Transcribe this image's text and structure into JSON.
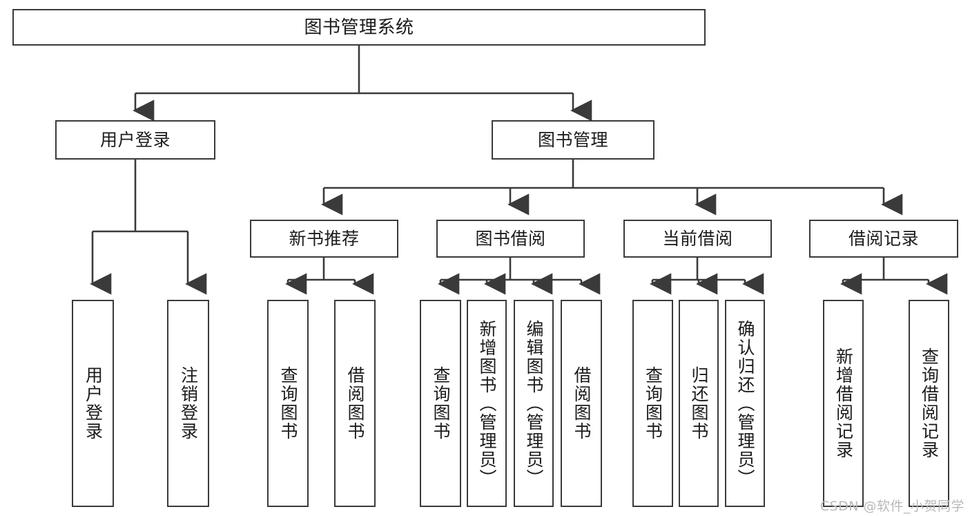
{
  "diagram": {
    "title": "图书管理系统",
    "type": "tree-hierarchy",
    "colors": {
      "box_border": "#3a3a3a",
      "box_fill": "#ffffff",
      "connector": "#3a3a3a",
      "text": "#1b1b1b",
      "watermark": "#b9b9b9"
    },
    "root": {
      "label": "图书管理系统"
    },
    "level2": [
      {
        "label": "用户登录"
      },
      {
        "label": "图书管理"
      }
    ],
    "level3": [
      {
        "label": "新书推荐"
      },
      {
        "label": "图书借阅"
      },
      {
        "label": "当前借阅"
      },
      {
        "label": "借阅记录"
      }
    ],
    "leaves": {
      "user_login": [
        {
          "label": "用户登录"
        },
        {
          "label": "注销登录"
        }
      ],
      "new_book": [
        {
          "label": "查询图书"
        },
        {
          "label": "借阅图书"
        }
      ],
      "book_borrow": [
        {
          "label": "查询图书"
        },
        {
          "label": "新增图书（管理员）"
        },
        {
          "label": "编辑图书（管理员）"
        },
        {
          "label": "借阅图书"
        }
      ],
      "current_borrow": [
        {
          "label": "查询图书"
        },
        {
          "label": "归还图书"
        },
        {
          "label": "确认归还（管理员）"
        }
      ],
      "borrow_record": [
        {
          "label": "新增借阅记录"
        },
        {
          "label": "查询借阅记录"
        }
      ]
    }
  },
  "watermark": {
    "text": "CSDN @软件_小贺同学"
  }
}
